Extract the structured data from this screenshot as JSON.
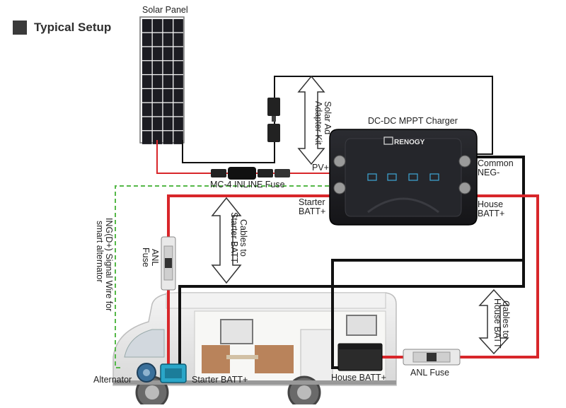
{
  "title": "Typical Setup",
  "labels": {
    "solar_panel": "Solar Panel",
    "charger": "DC-DC MPPT Charger",
    "brand": "RENOGY",
    "pv_plus": "PV+",
    "common_neg_1": "Common",
    "common_neg_2": "NEG-",
    "starter_batt_1": "Starter",
    "starter_batt_2": "BATT+",
    "house_batt_1": "House",
    "house_batt_2": "BATT+",
    "mc4_fuse": "MC-4 INLINE Fuse",
    "solar_adapter_1": "Solar Ad",
    "solar_adapter_2": "Adapter Kit",
    "cables_starter_1": "Cables to",
    "cables_starter_2": "Starter BATT",
    "cables_house_1": "Cables to",
    "cables_house_2": "House BATT",
    "ing_signal_1": "ING(D+) Signal Wire for",
    "ing_signal_2": "smart alternator",
    "anl_fuse_left_1": "ANL",
    "anl_fuse_left_2": "Fuse",
    "anl_fuse_right": "ANL Fuse",
    "alternator": "Alternator",
    "starter_batt_bottom": "Starter BATT+",
    "house_batt_bottom": "House BATT+"
  },
  "colors": {
    "positive_wire": "#d8262a",
    "negative_wire": "#111111",
    "signal_wire": "#55b848",
    "panel_cell": "#1c1c22",
    "charger_body": "#1f2024",
    "rv_body": "#e9e9e9",
    "rv_wood": "#b9835b"
  }
}
